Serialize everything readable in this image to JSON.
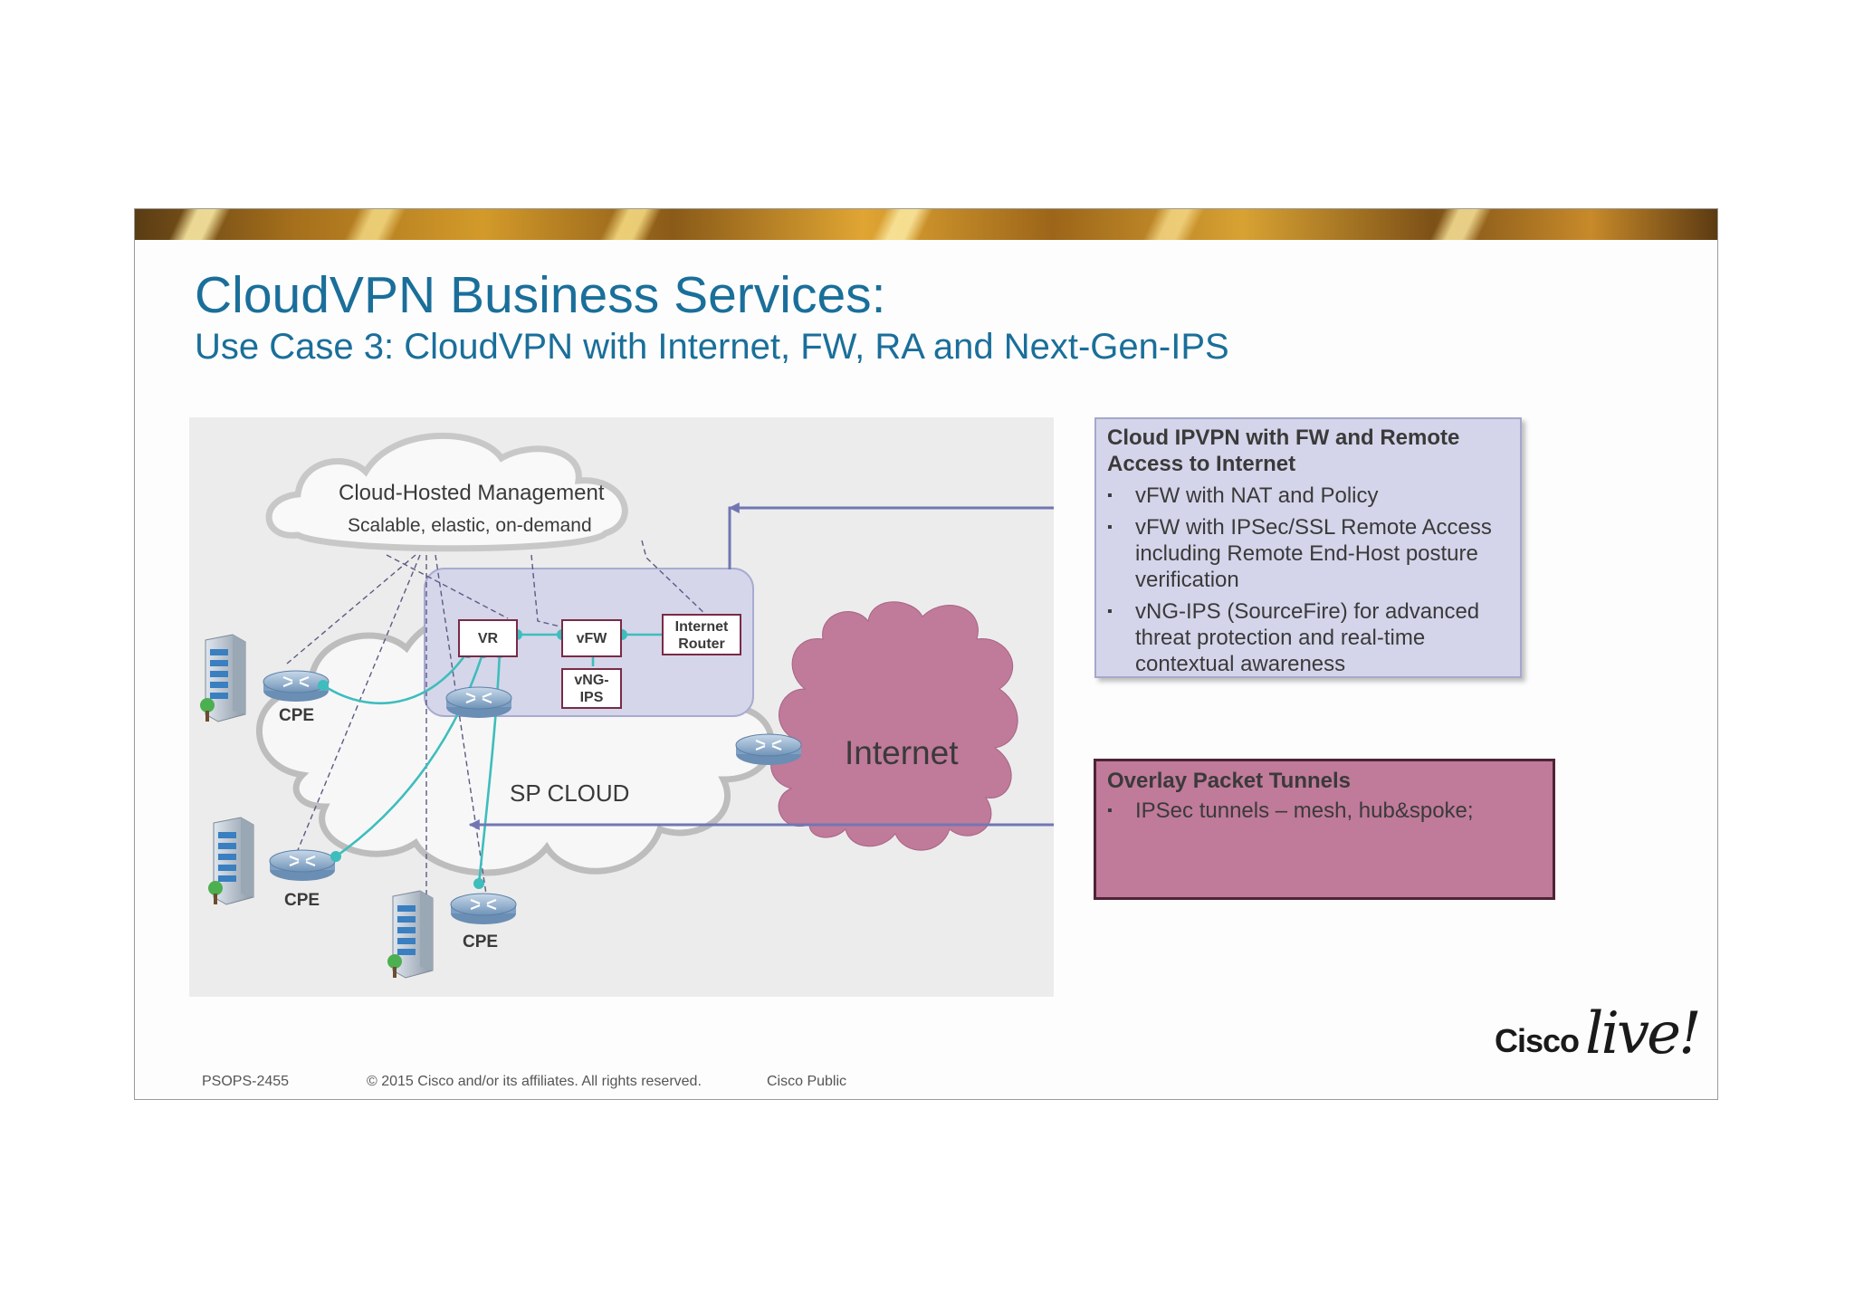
{
  "slide": {
    "title": "CloudVPN Business Services:",
    "subtitle": "Use Case 3: CloudVPN with Internet, FW, RA and Next-Gen-IPS"
  },
  "diagram": {
    "management": {
      "title": "Cloud-Hosted Management",
      "subtitle": "Scalable, elastic, on-demand"
    },
    "sp_cloud_label": "SP CLOUD",
    "internet_label": "Internet",
    "cpe_labels": [
      "CPE",
      "CPE",
      "CPE"
    ],
    "functions": {
      "vr": "VR",
      "vfw": "vFW",
      "vngips_line1": "vNG-",
      "vngips_line2": "IPS",
      "router_line1": "Internet",
      "router_line2": "Router"
    },
    "colors": {
      "link": "#3ebdbd",
      "dashed": "#5b5b85",
      "arrow": "#7176b3",
      "internet": "#c07a9a"
    }
  },
  "callouts": {
    "ipvpn": {
      "title_line1": "Cloud IPVPN with FW and Remote",
      "title_line2": "Access to Internet",
      "bullets": [
        "vFW with NAT and Policy",
        "vFW with IPSec/SSL Remote Access including Remote End-Host posture verification",
        "vNG-IPS (SourceFire) for advanced threat protection and real-time contextual awareness"
      ]
    },
    "tunnels": {
      "title": "Overlay Packet Tunnels",
      "bullets": [
        "IPSec tunnels – mesh, hub&spoke;"
      ]
    }
  },
  "footer": {
    "code": "PSOPS-2455",
    "copyright": "© 2015 Cisco and/or its affiliates. All rights reserved.",
    "classification": "Cisco Public"
  },
  "logo": {
    "brand": "Cisco",
    "event": "live!"
  }
}
